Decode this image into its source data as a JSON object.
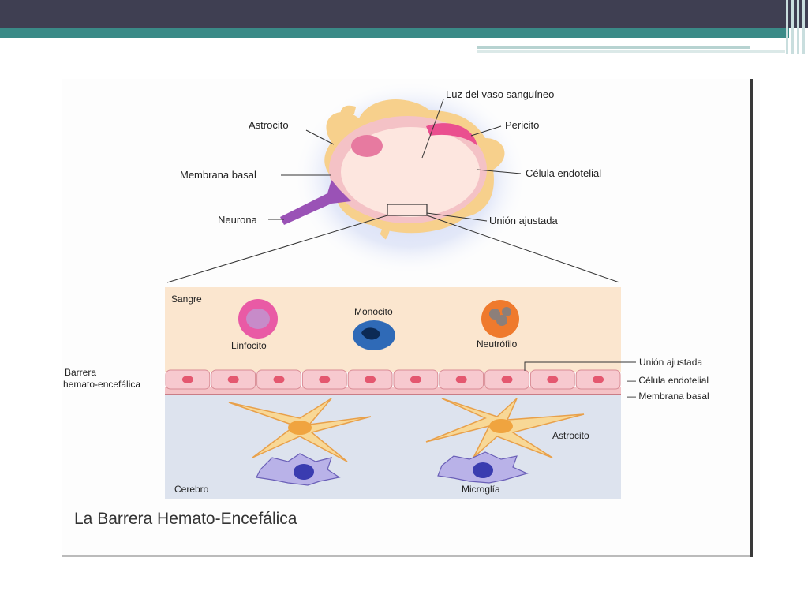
{
  "caption": "La Barrera Hemato-Encefálica",
  "vessel_labels": {
    "lumen": "Luz del vaso sanguíneo",
    "astrocyte": "Astrocito",
    "pericyte": "Pericito",
    "basal_membrane": "Membrana basal",
    "endothelial_cell": "Célula endotelial",
    "neuron": "Neurona",
    "tight_junction": "Unión ajustada"
  },
  "detail_labels": {
    "blood": "Sangre",
    "monocyte": "Monocito",
    "lymphocyte": "Linfocito",
    "neutrophil": "Neutrófilo",
    "barrier_line1": "Barrera",
    "barrier_line2": "hemato-encefálica",
    "tight_junction": "Unión ajustada",
    "endothelial_cell": "— Célula endotelial",
    "basal_membrane": "— Membrana basal",
    "astrocyte": "Astrocito",
    "brain": "Cerebro",
    "microglia": "Microglía"
  },
  "colors": {
    "header": "#3f3f52",
    "teal": "#3a8a87",
    "blood_bg": "#fbe6cf",
    "brain_bg": "#dde3ee",
    "endothelium": "#f7c9cf",
    "astrocyte": "#f7d08c",
    "microglia": "#b9b2e8"
  }
}
